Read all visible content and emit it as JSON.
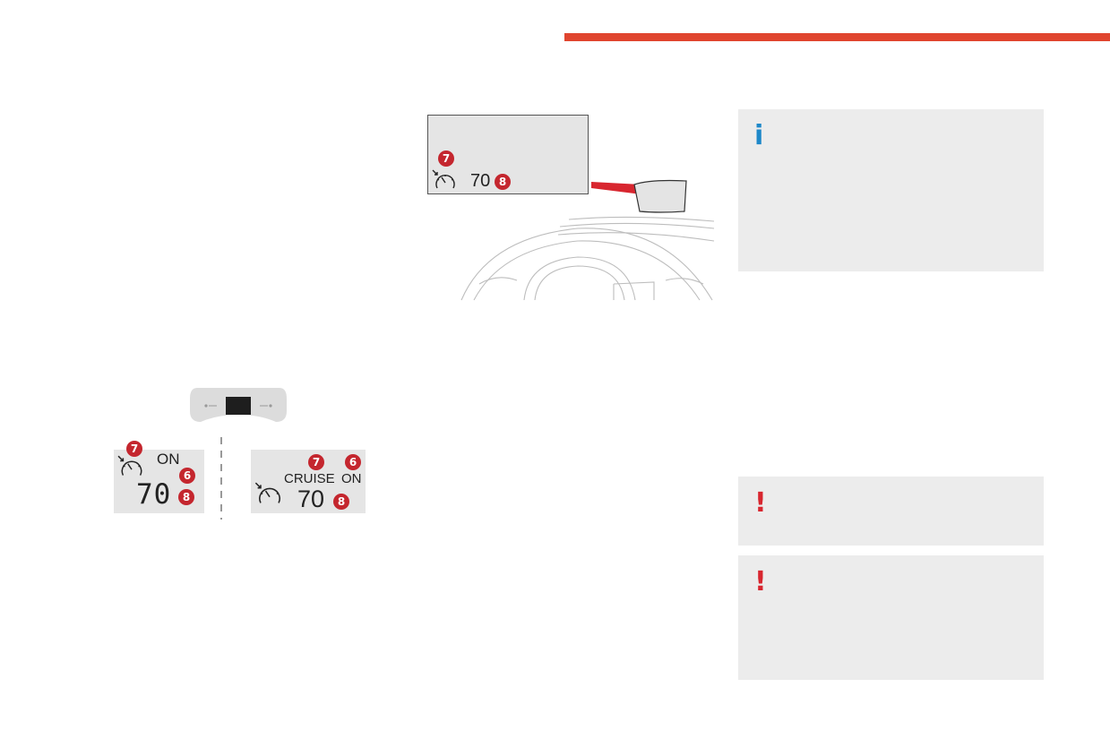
{
  "colors": {
    "accent": "#e0452f",
    "badge": "#c4262e",
    "info_icon": "#1e88c9",
    "warning_icon": "#d8262f",
    "note_background": "#ececec",
    "display_background": "#e5e5e5"
  },
  "hud_display": {
    "speed": "70",
    "badge_limit": "7",
    "badge_speed": "8",
    "icon": "speedometer-icon"
  },
  "cluster_display_left": {
    "status": "ON",
    "speed": "70",
    "badge_limit": "7",
    "badge_status": "6",
    "badge_speed": "8",
    "icon": "speedometer-icon"
  },
  "cluster_display_right": {
    "label": "CRUISE",
    "status": "ON",
    "speed": "70",
    "badge_limit": "7",
    "badge_status": "6",
    "badge_speed": "8",
    "icon": "speedometer-icon"
  },
  "notes": {
    "info_icon": "i",
    "warning_icon": "!"
  }
}
